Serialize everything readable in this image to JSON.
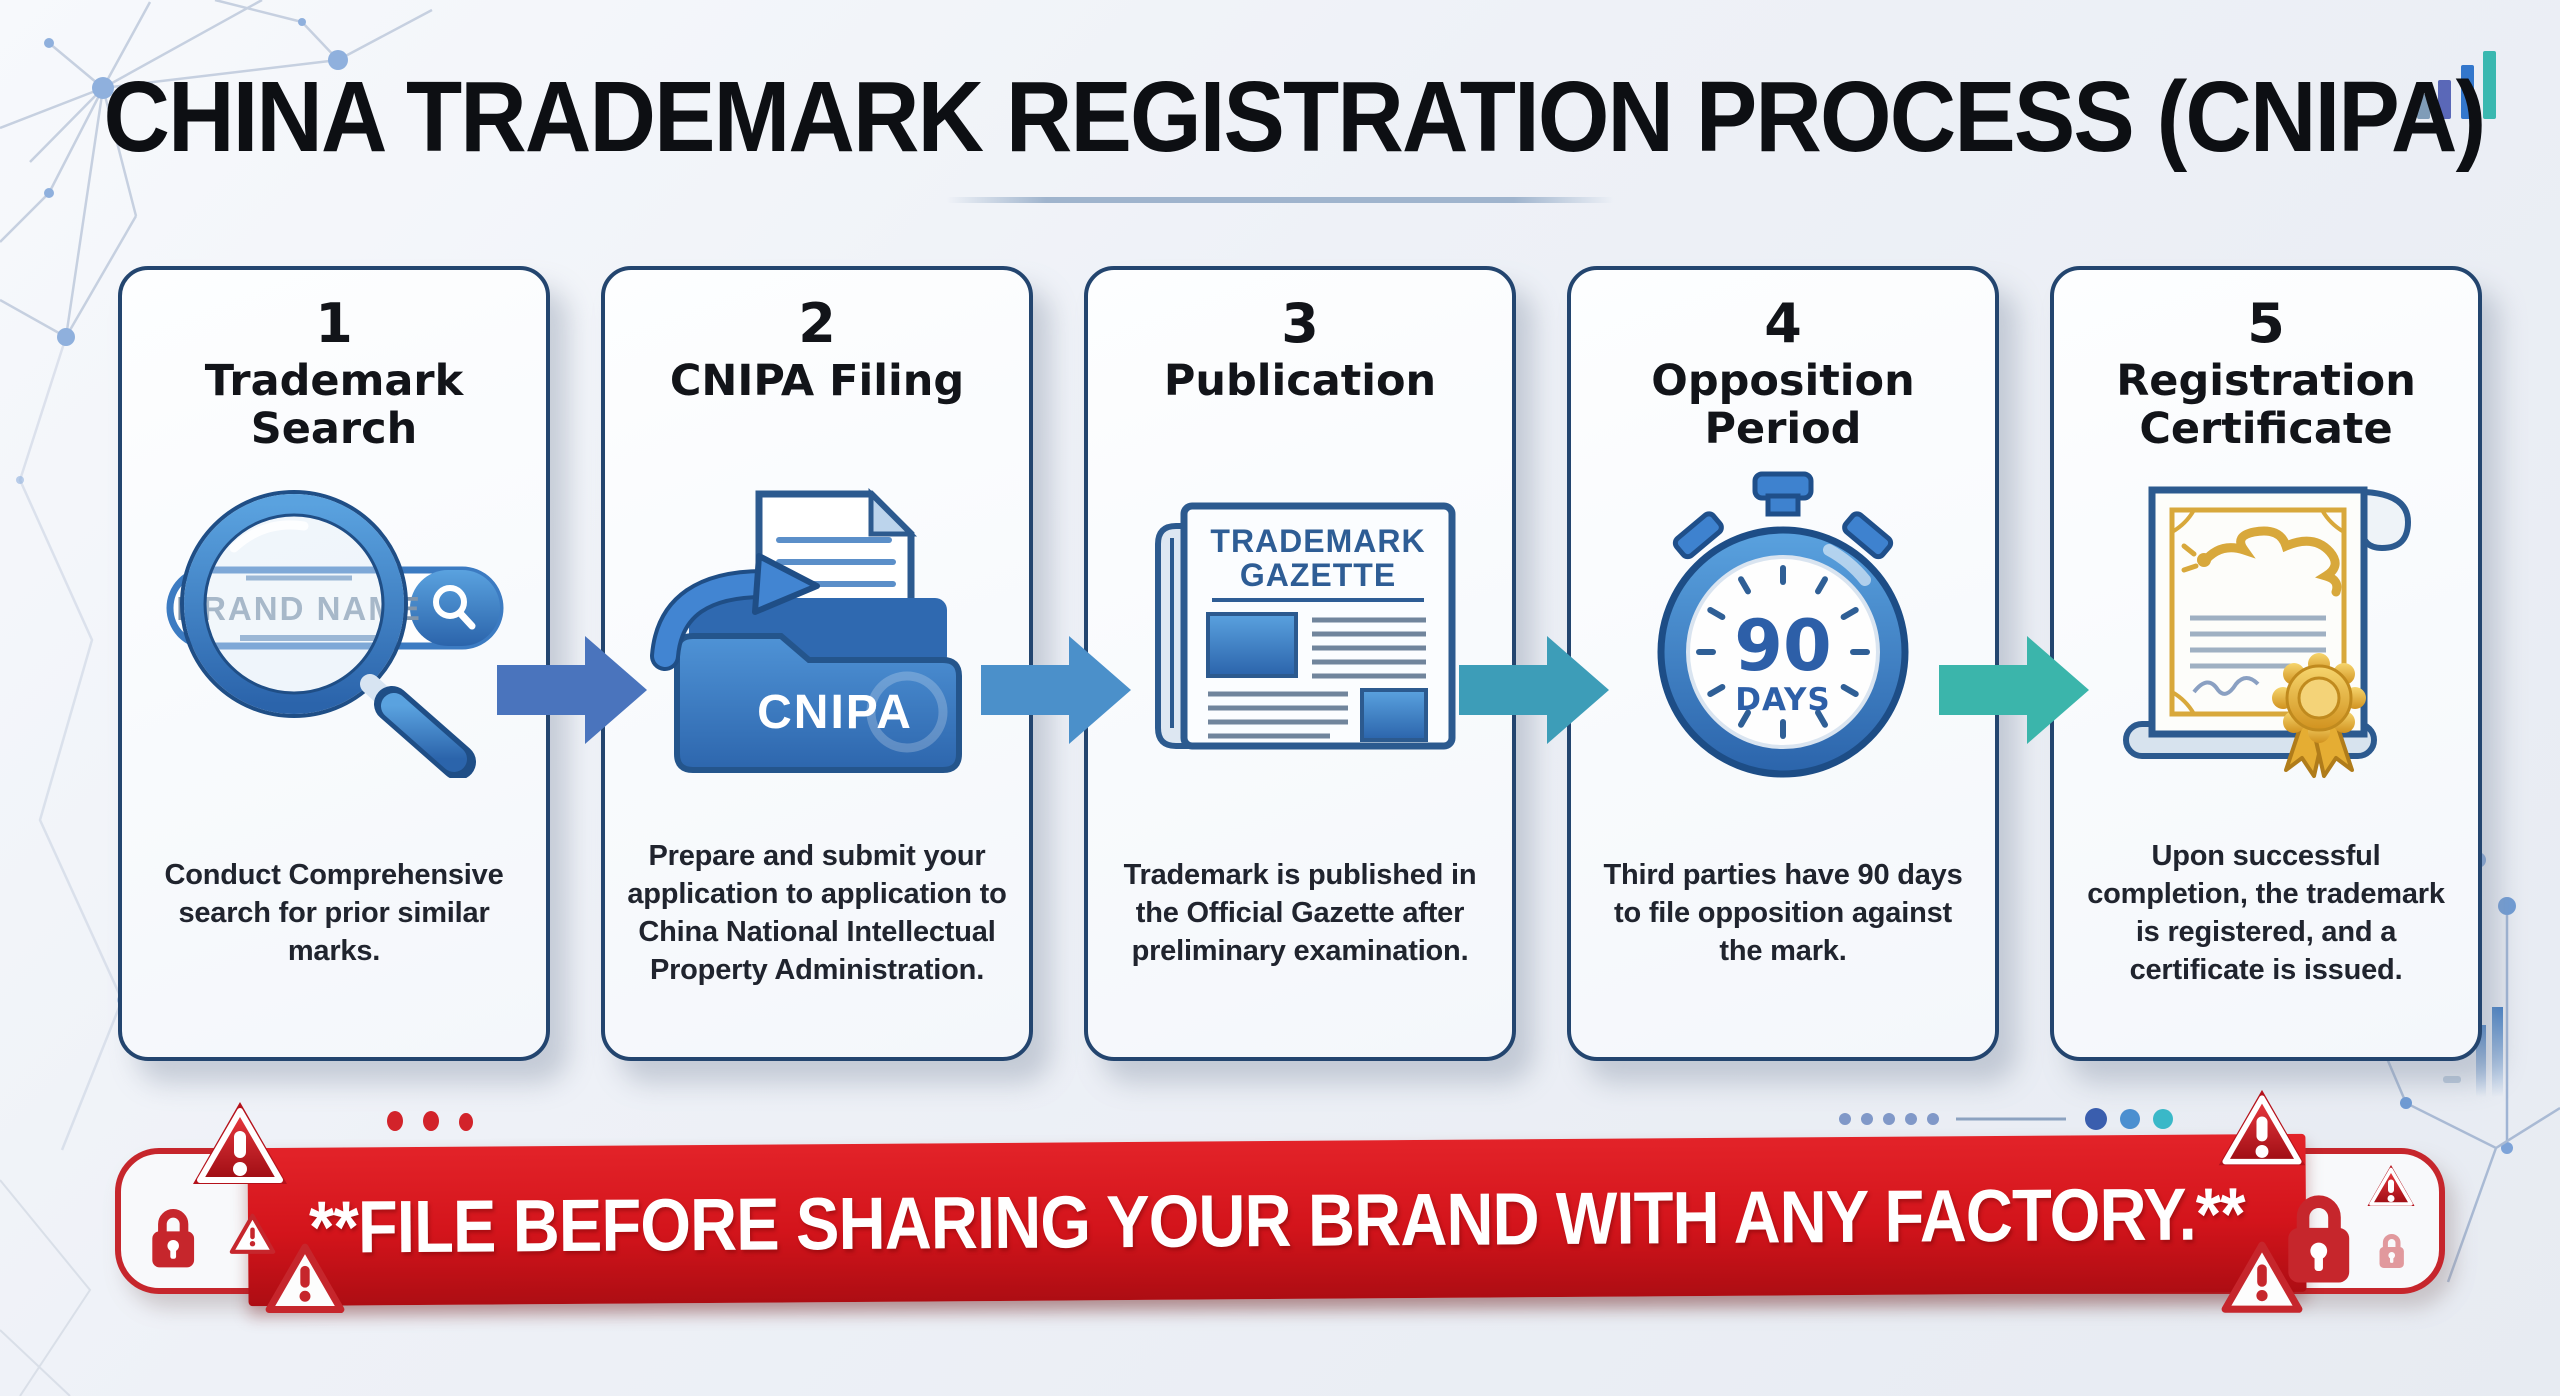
{
  "header": {
    "title": "CHINA TRADEMARK REGISTRATION PROCESS (CNIPA)",
    "chart_icon": "bar-chart-icon",
    "chart_icon_colors": [
      "#7f9cb8",
      "#5a68b8",
      "#3377cc",
      "#3ab8b0"
    ]
  },
  "steps": [
    {
      "number": "1",
      "title": "Trademark Search",
      "description": "Conduct Comprehensive search for prior similar marks.",
      "icon": "magnifier-search-bar-icon",
      "icon_labels": {
        "field": "BRAND NAME"
      }
    },
    {
      "number": "2",
      "title": "CNIPA Filing",
      "description": "Prepare and submit your application to application to China National Intellectual Property Administration.",
      "icon": "folder-upload-icon",
      "icon_labels": {
        "folder": "CNIPA"
      }
    },
    {
      "number": "3",
      "title": "Publication",
      "description": "Trademark is published in the Official Gazette after preliminary examination.",
      "icon": "newspaper-gazette-icon",
      "icon_labels": {
        "line1": "TRADEMARK",
        "line2": "GAZETTE"
      }
    },
    {
      "number": "4",
      "title": "Opposition Period",
      "description": "Third parties have 90 days to file opposition against the mark.",
      "icon": "stopwatch-icon",
      "icon_labels": {
        "value": "90",
        "unit": "DAYS"
      }
    },
    {
      "number": "5",
      "title": "Registration Certificate",
      "description": "Upon successful completion, the trademark is registered, and a certificate is issued.",
      "icon": "certificate-medal-icon",
      "icon_labels": {}
    }
  ],
  "arrows": [
    {
      "color": "#4a74bd"
    },
    {
      "color": "#4b90ca"
    },
    {
      "color": "#3d9db8"
    },
    {
      "color": "#3bb5ab"
    }
  ],
  "banner": {
    "text": "**FILE BEFORE SHARING YOUR BRAND WITH ANY FACTORY.**",
    "strip_color": "#d3141b",
    "border_color": "#c6262c",
    "decor_icons": [
      "warning-triangle-icon",
      "lock-icon"
    ]
  },
  "colors": {
    "card_border": "#23456f",
    "title_text": "#0d0f13",
    "accent_blue": "#3e82cf",
    "accent_teal": "#3bb5ab",
    "warning_red": "#d2232a",
    "gold": "#d8a83b"
  }
}
